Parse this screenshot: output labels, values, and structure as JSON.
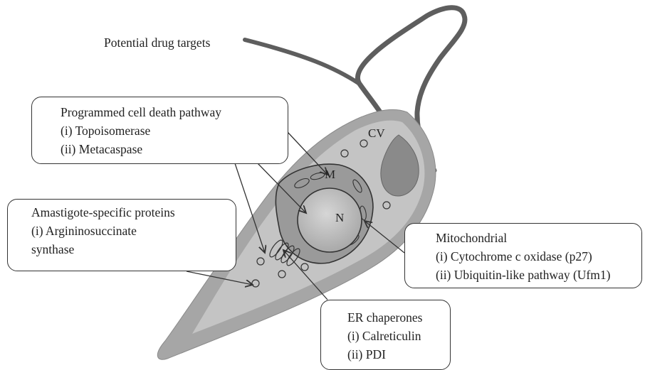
{
  "title": "Potential drug targets",
  "organelles": {
    "cv": "CV",
    "mitochondrion": "M",
    "nucleus": "N"
  },
  "boxes": {
    "pcd": {
      "heading": "Programmed cell death pathway",
      "items": [
        "(i) Topoisomerase",
        "(ii) Metacaspase"
      ]
    },
    "amastigote": {
      "heading": "Amastigote-specific proteins",
      "items": [
        "(i) Argininosuccinate",
        "synthase"
      ]
    },
    "mitochondrial": {
      "heading": "Mitochondrial",
      "items": [
        "(i) Cytochrome c oxidase (p27)",
        "(ii) Ubiquitin-like pathway (Ufm1)"
      ]
    },
    "er": {
      "heading": "ER chaperones",
      "items": [
        "(i) Calreticulin",
        "(ii) PDI"
      ]
    }
  },
  "colors": {
    "cell_body": "#a6a6a6",
    "cell_inner": "#c4c4c4",
    "flagellum": "#5e5e5e",
    "nucleus": "#bdbdbd",
    "outline": "#333333"
  }
}
